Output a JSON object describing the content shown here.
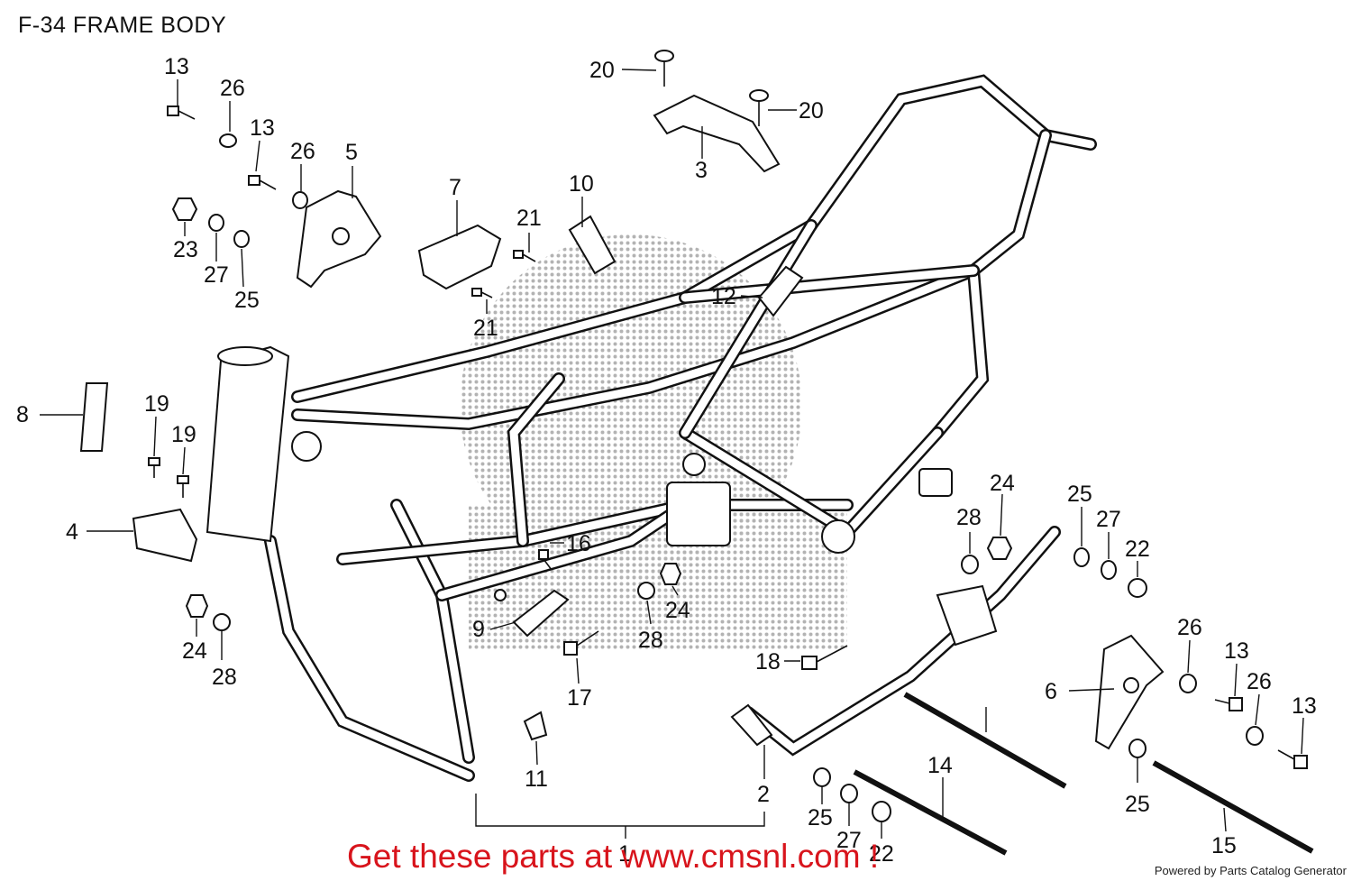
{
  "title": "F-34 FRAME BODY",
  "banner": "Get these parts at www.cmsnl.com !",
  "footer": "Powered by Parts Catalog Generator",
  "colors": {
    "banner": "#d8141c",
    "text": "#111111",
    "watermark": "#9a9a9a"
  },
  "callouts": [
    {
      "id": "c13a",
      "label": "13"
    },
    {
      "id": "c26a",
      "label": "26"
    },
    {
      "id": "c13b",
      "label": "13"
    },
    {
      "id": "c26b",
      "label": "26"
    },
    {
      "id": "c5",
      "label": "5"
    },
    {
      "id": "c23",
      "label": "23"
    },
    {
      "id": "c27a",
      "label": "27"
    },
    {
      "id": "c25a",
      "label": "25"
    },
    {
      "id": "c7",
      "label": "7"
    },
    {
      "id": "c10",
      "label": "10"
    },
    {
      "id": "c21a",
      "label": "21"
    },
    {
      "id": "c21b",
      "label": "21"
    },
    {
      "id": "c20a",
      "label": "20"
    },
    {
      "id": "c20b",
      "label": "20"
    },
    {
      "id": "c3",
      "label": "3"
    },
    {
      "id": "c12",
      "label": "12"
    },
    {
      "id": "c8",
      "label": "8"
    },
    {
      "id": "c19a",
      "label": "19"
    },
    {
      "id": "c19b",
      "label": "19"
    },
    {
      "id": "c4",
      "label": "4"
    },
    {
      "id": "c24a",
      "label": "24"
    },
    {
      "id": "c28a",
      "label": "28"
    },
    {
      "id": "c16",
      "label": "16"
    },
    {
      "id": "c9",
      "label": "9"
    },
    {
      "id": "c24b",
      "label": "24"
    },
    {
      "id": "c28b",
      "label": "28"
    },
    {
      "id": "c17",
      "label": "17"
    },
    {
      "id": "c11",
      "label": "11"
    },
    {
      "id": "c18",
      "label": "18"
    },
    {
      "id": "c24c",
      "label": "24"
    },
    {
      "id": "c28c",
      "label": "28"
    },
    {
      "id": "c25b",
      "label": "25"
    },
    {
      "id": "c27b",
      "label": "27"
    },
    {
      "id": "c22a",
      "label": "22"
    },
    {
      "id": "c26c",
      "label": "26"
    },
    {
      "id": "c6",
      "label": "6"
    },
    {
      "id": "c13c",
      "label": "13"
    },
    {
      "id": "c26d",
      "label": "26"
    },
    {
      "id": "c13d",
      "label": "13"
    },
    {
      "id": "c14",
      "label": "14"
    },
    {
      "id": "c25c",
      "label": "25"
    },
    {
      "id": "c27c",
      "label": "27"
    },
    {
      "id": "c22b",
      "label": "22"
    },
    {
      "id": "c25d",
      "label": "25"
    },
    {
      "id": "c15",
      "label": "15"
    },
    {
      "id": "c2",
      "label": "2"
    },
    {
      "id": "c1",
      "label": "1"
    }
  ]
}
